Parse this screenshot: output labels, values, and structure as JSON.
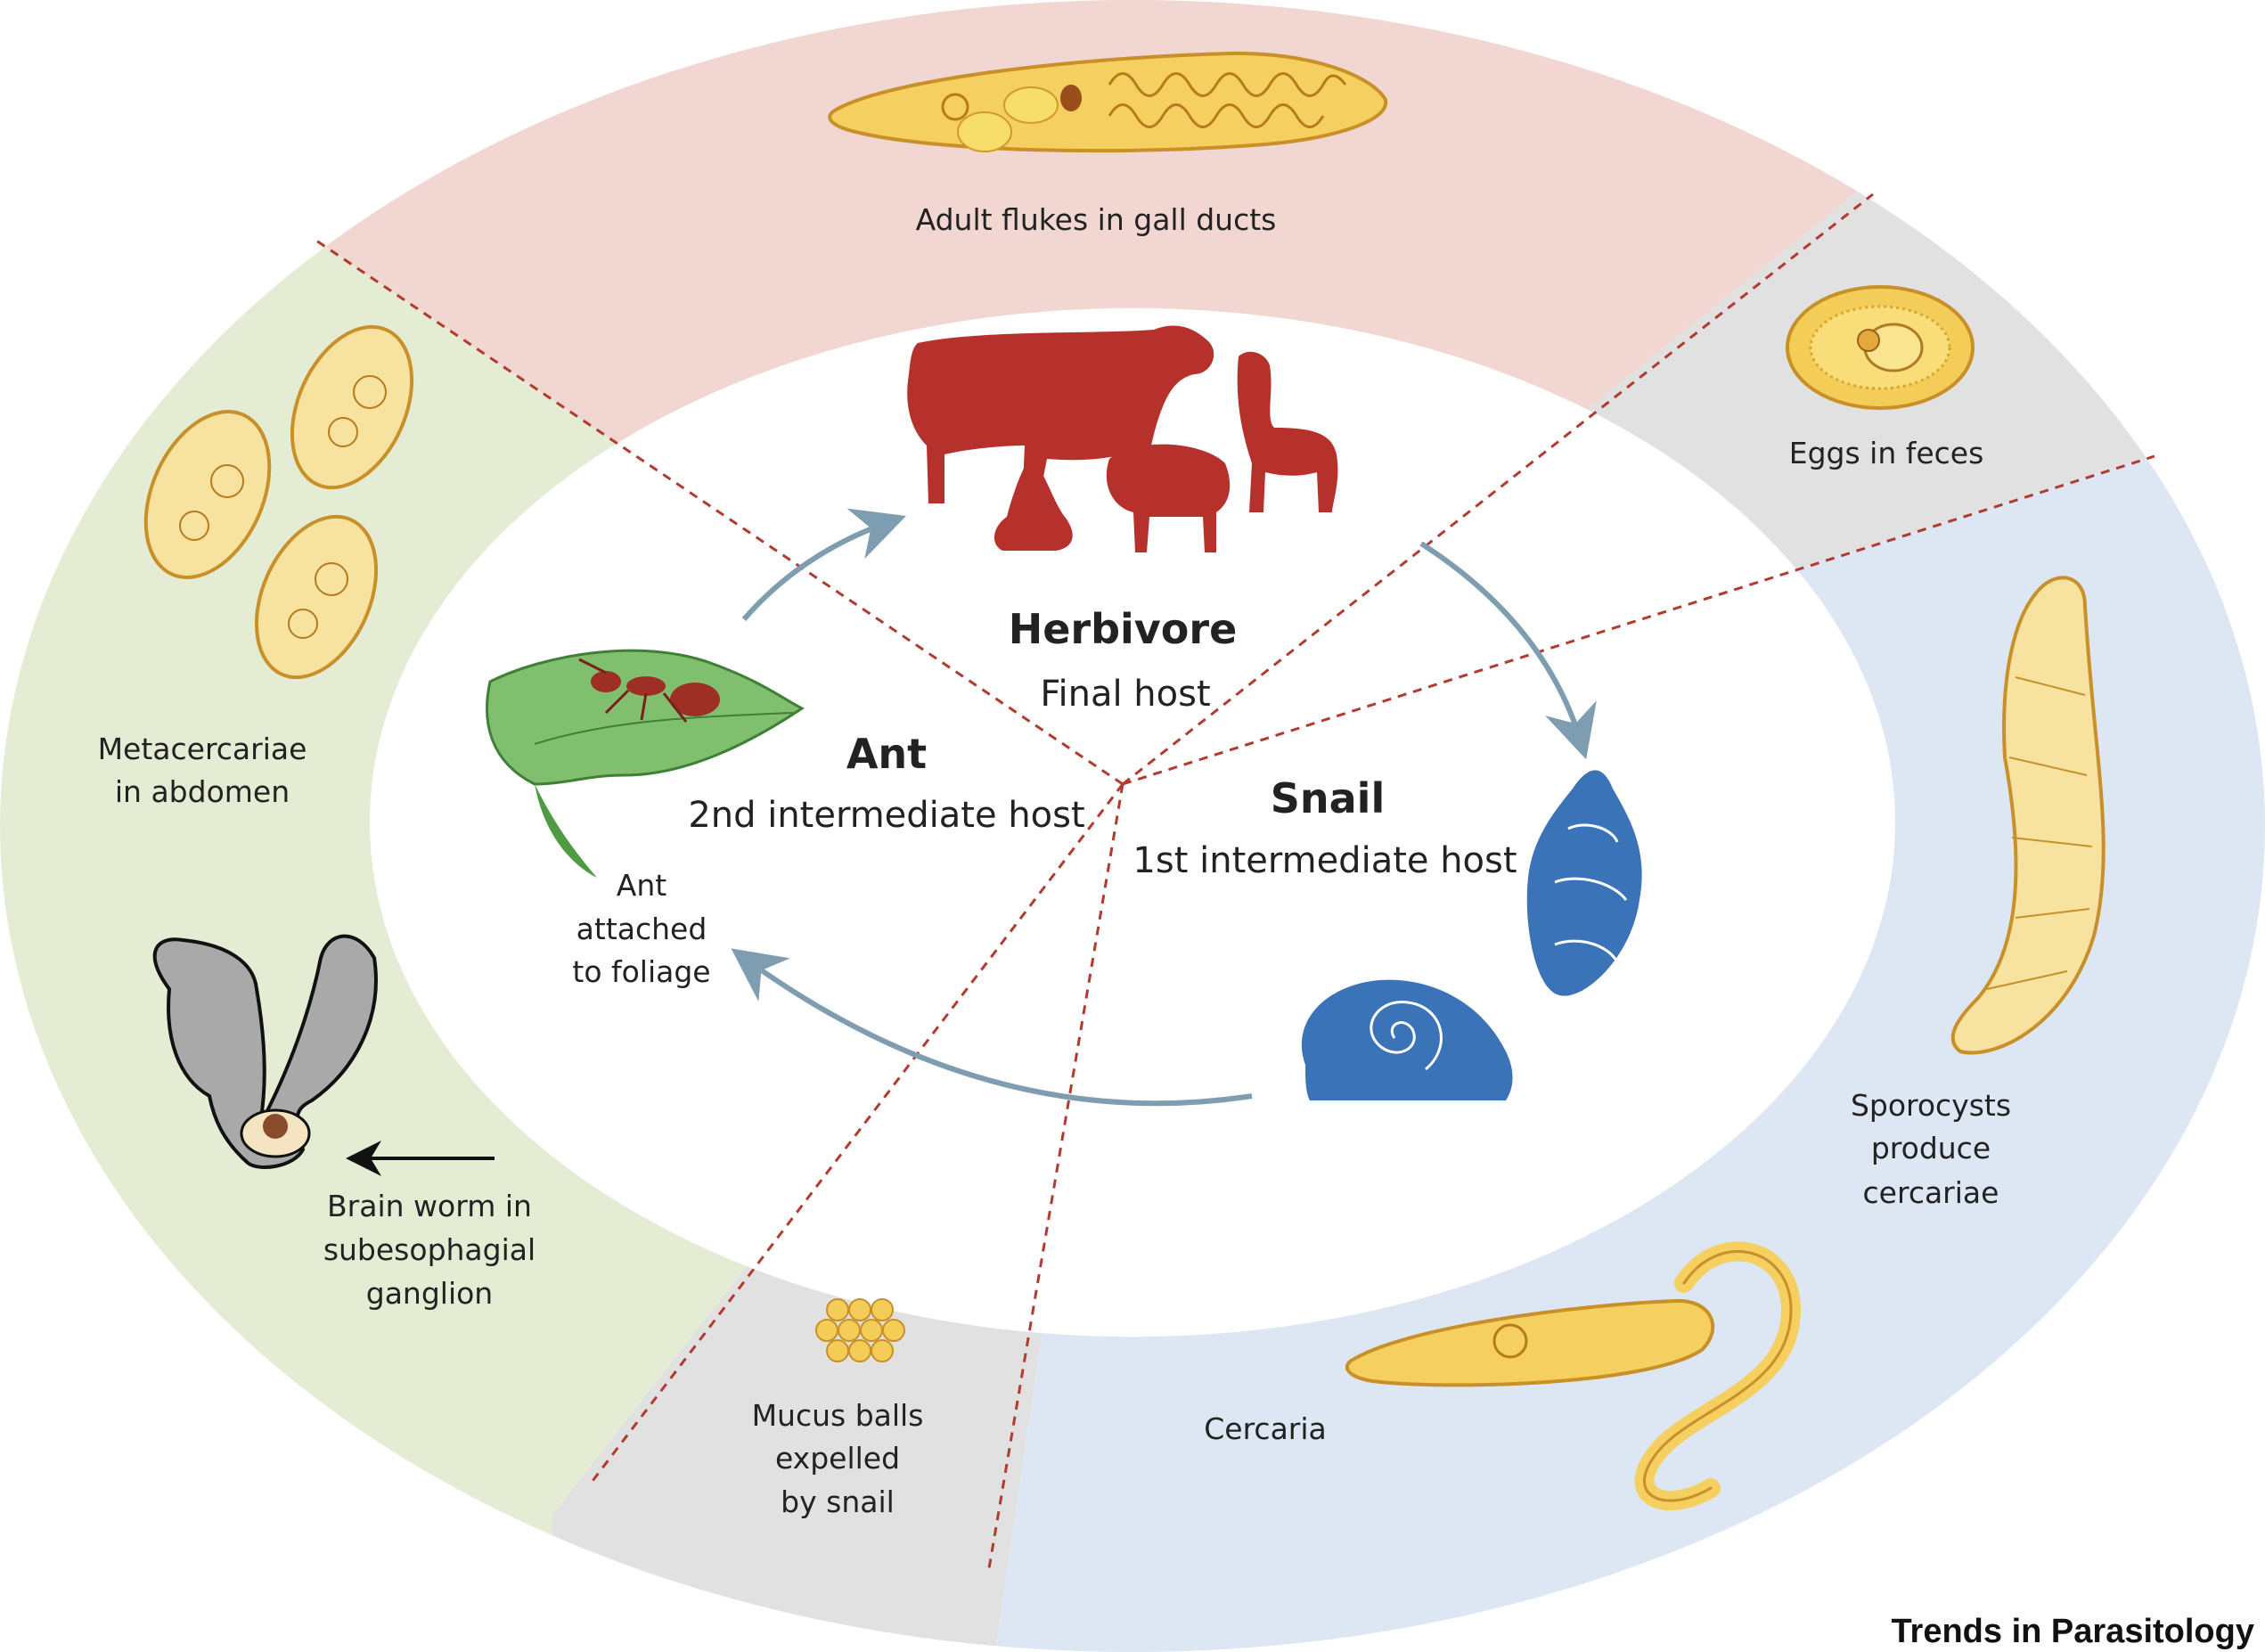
{
  "colors": {
    "adult_segment": "#f1d6d1",
    "egg_segment": "#e1e1e1",
    "snail_segment": "#dde7f4",
    "mucus_segment": "#e1e1e1",
    "ant_segment": "#e5ecd4",
    "divider": "#b23a2e",
    "host_red": "#b7312c",
    "snail_blue": "#3b73b9",
    "leaf_green": "#4f9a43",
    "arrow_gray": "#7f9db0",
    "parasite_yellow": "#f0c64e"
  },
  "hosts": {
    "final": {
      "name": "Herbivore",
      "role": "Final host"
    },
    "first": {
      "name": "Snail",
      "role": "1st intermediate host"
    },
    "second": {
      "name": "Ant",
      "role": "2nd intermediate host"
    }
  },
  "stages": {
    "adult": "Adult flukes in gall ducts",
    "eggs": "Eggs in feces",
    "sporocysts": [
      "Sporocysts",
      "produce",
      "cercariae"
    ],
    "cercaria": "Cercaria",
    "mucus": [
      "Mucus balls",
      "expelled",
      "by snail"
    ],
    "brain_worm": [
      "Brain worm in",
      "subesophagial",
      "ganglion"
    ],
    "metacercariae": [
      "Metacercariae",
      "in abdomen"
    ],
    "ant_foliage": [
      "Ant",
      "attached",
      "to foliage"
    ]
  },
  "icons": [
    "cow-icon",
    "deer-icon",
    "rabbit-icon",
    "sheep-icon",
    "snail-icon",
    "ant-icon",
    "leaf-icon",
    "egg-icon",
    "fluke-icon"
  ],
  "footer": {
    "brand": "Trends in Parasitology"
  }
}
